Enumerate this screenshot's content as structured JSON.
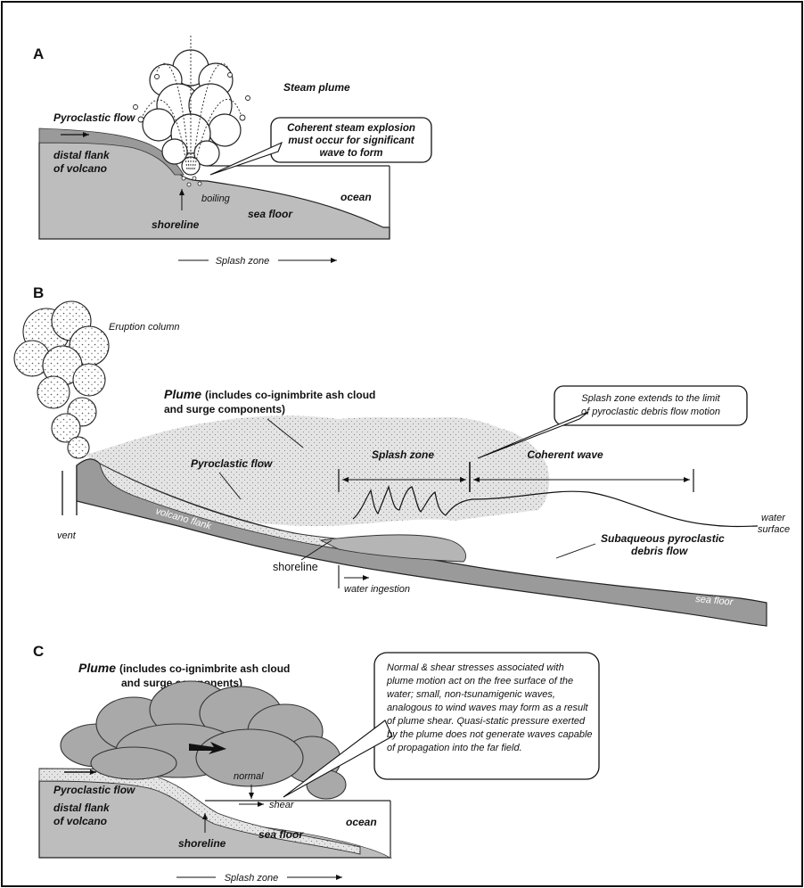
{
  "panel_a": {
    "letter": "A",
    "steam_plume": "Steam plume",
    "pyroclastic_flow": "Pyroclastic flow",
    "distal_flank_1": "distal flank",
    "distal_flank_2": "of volcano",
    "boiling": "boiling",
    "shoreline": "shoreline",
    "sea_floor": "sea floor",
    "ocean": "ocean",
    "callout": [
      "Coherent steam explosion",
      "must occur for significant",
      "wave to form"
    ],
    "splash_zone": "Splash zone"
  },
  "panel_b": {
    "letter": "B",
    "eruption_column": "Eruption column",
    "plume_title": "Plume",
    "plume_sub_1": "(includes co-ignimbrite ash cloud",
    "plume_sub_2": "and surge components)",
    "pyroclastic_flow": "Pyroclastic flow",
    "splash_zone": "Splash zone",
    "coherent_wave": "Coherent wave",
    "callout": [
      "Splash zone extends to the limit",
      "of pyroclastic debris flow motion"
    ],
    "vent": "vent",
    "volcano_flank": "volcano flank",
    "shoreline": "shoreline",
    "water_ingestion": "water ingestion",
    "water_surface_1": "water",
    "water_surface_2": "surface",
    "subaqueous_1": "Subaqueous pyroclastic",
    "subaqueous_2": "debris flow",
    "sea_floor": "sea floor"
  },
  "panel_c": {
    "letter": "C",
    "plume_title": "Plume",
    "plume_sub_1": "(includes co-ignimbrite ash cloud",
    "plume_sub_2": "and surge components)",
    "callout": [
      "Normal & shear stresses associated with",
      "plume motion act on the free surface of the",
      "water; small, non-tsunamigenic waves,",
      "analogous to wind waves may form as a result",
      "of plume shear. Quasi-static pressure exerted",
      "by the plume does not generate waves capable",
      "of propagation into the far field."
    ],
    "normal": "normal",
    "shear": "shear",
    "pyroclastic_flow": "Pyroclastic flow",
    "distal_flank_1": "distal flank",
    "distal_flank_2": "of volcano",
    "shoreline": "shoreline",
    "sea_floor": "sea floor",
    "ocean": "ocean",
    "splash_zone": "Splash zone"
  }
}
